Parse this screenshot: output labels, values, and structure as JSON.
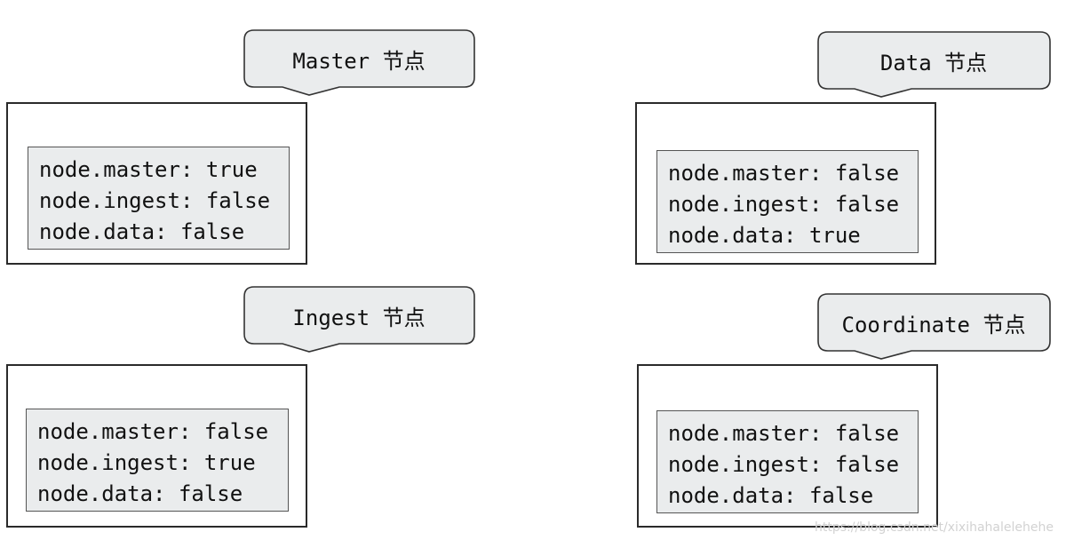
{
  "nodes": [
    {
      "label": "Master 节点",
      "config": [
        "node.master: true",
        "node.ingest: false",
        "node.data: false"
      ]
    },
    {
      "label": "Data 节点",
      "config": [
        "node.master: false",
        "node.ingest: false",
        "node.data: true"
      ]
    },
    {
      "label": "Ingest 节点",
      "config": [
        "node.master: false",
        "node.ingest: true",
        "node.data: false"
      ]
    },
    {
      "label": "Coordinate 节点",
      "config": [
        "node.master: false",
        "node.ingest: false",
        "node.data: false"
      ]
    }
  ],
  "watermark": "https://blog.csdn.net/xixihahalelehehe",
  "colors": {
    "callout_fill": "#eaeced",
    "config_fill": "#eaeced",
    "border": "#2a2a2a"
  }
}
